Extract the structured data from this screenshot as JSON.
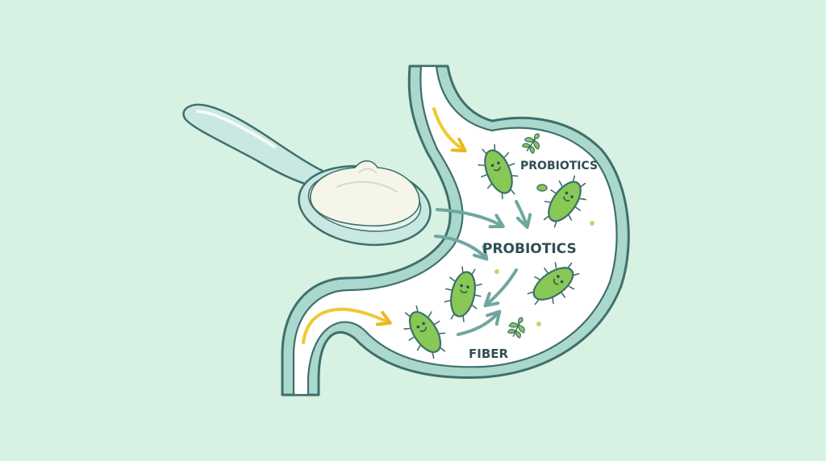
{
  "labels": {
    "probiotics_top": "PROBIOTICS",
    "probiotics_center": "PROBIOTICS",
    "fiber": "FIBER"
  },
  "colors": {
    "background": "#d7f1e2",
    "outline": "#3f6f6c",
    "stomach_wall": "#aad8cd",
    "bacteria": "#87c857",
    "arrow": "#6fa7a0",
    "flow_arrow": "#f1c832",
    "yogurt": "#f5f5ea"
  },
  "icons": [
    "spoon-with-yogurt",
    "stomach",
    "bacteria",
    "leaf",
    "arrow"
  ]
}
